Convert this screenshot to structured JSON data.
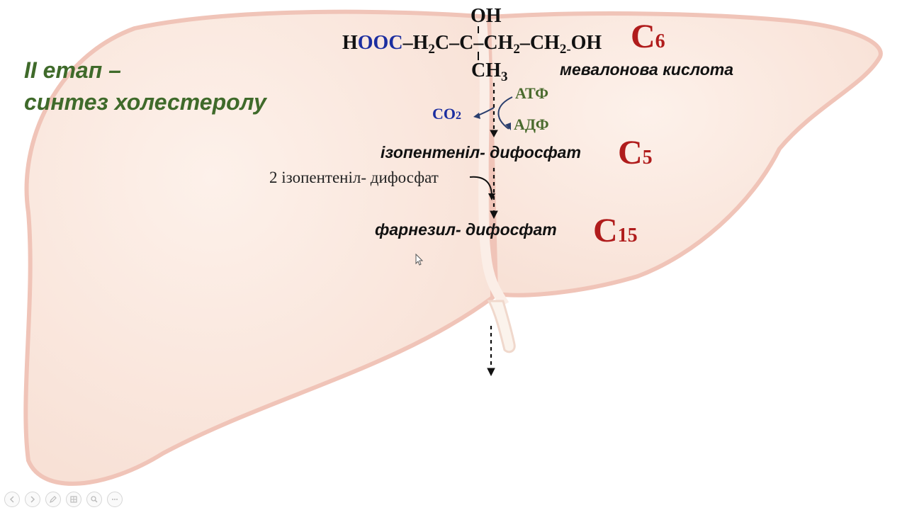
{
  "slide": {
    "title_line1": "II етап –",
    "title_line2": "синтез холестеролу"
  },
  "formula": {
    "top_oh": "OH",
    "h_text": "H",
    "oo_text": "OOC",
    "chain_text": "–H",
    "h_sub": "2",
    "c_text": "C–",
    "center_c": "C",
    "ch2a": "–CH",
    "ch2a_sub": "2",
    "ch2b": "–CH",
    "ch2b_sub": "2-",
    "end_oh": "OH",
    "ch3_main": "CH",
    "ch3_sub": "3"
  },
  "compounds": {
    "mevalonate": "мевалонова кислота",
    "ipp": "ізопентеніл- дифосфат",
    "farnesyl": "фарнезил- дифосфат",
    "two_ipp": "2 ізопентеніл- дифосфат"
  },
  "carbon_labels": {
    "c6_letter": "C",
    "c6_num": "6",
    "c5_letter": "C",
    "c5_num": "5",
    "c15_letter": "C",
    "c15_num": "15"
  },
  "cofactors": {
    "atp": "АТФ",
    "adp": "АДФ",
    "co2_main": "CO",
    "co2_sub": "2"
  },
  "toolbar": {
    "buttons": [
      "prev-icon",
      "next-icon",
      "pen-icon",
      "slides-icon",
      "zoom-icon",
      "more-icon"
    ]
  },
  "colors": {
    "title": "#3f6a2a",
    "carbon_count": "#b01c1c",
    "co2": "#1c2ea0",
    "atp_adp": "#4a6b2e",
    "liver_fill": "#fae8df",
    "liver_stroke": "#f0c4b8"
  }
}
